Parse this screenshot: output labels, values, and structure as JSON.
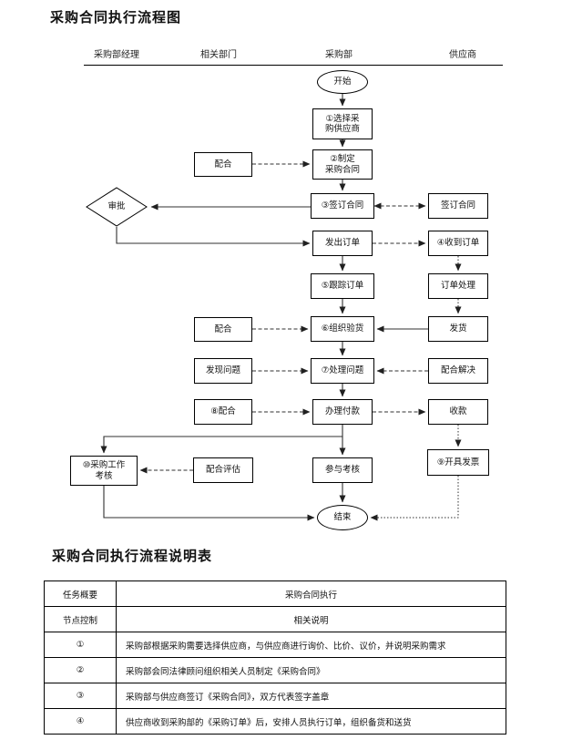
{
  "titles": {
    "flowchart": "采购合同执行流程图",
    "table": "采购合同执行流程说明表"
  },
  "lanes": [
    "采购部经理",
    "相关部门",
    "采购部",
    "供应商"
  ],
  "flow": {
    "start": "开始",
    "end": "结束",
    "select_supplier_l1": "①选择采",
    "select_supplier_l2": "购供应商",
    "cooperate1": "配合",
    "draft_contract_l1": "②制定",
    "draft_contract_l2": "采购合同",
    "approve": "审批",
    "sign_contract": "③签订合同",
    "supplier_sign": "签订合同",
    "issue_order": "发出订单",
    "receive_order": "④收到订单",
    "track_order": "⑤跟踪订单",
    "order_processing": "订单处理",
    "cooperate2": "配合",
    "organize_inspection": "⑥组织验货",
    "ship_goods": "发货",
    "find_problem": "发现问题",
    "handle_problem": "⑦处理问题",
    "cooperate_solve": "配合解决",
    "cooperate3": "⑧配合",
    "process_payment": "办理付款",
    "collect_payment": "收款",
    "assessment_l1": "⑩采购工作",
    "assessment_l2": "考核",
    "cooperate_evaluate": "配合评估",
    "join_assessment": "参与考核",
    "issue_invoice": "⑨开具发票"
  },
  "table": {
    "rows": [
      {
        "c1": "任务概要",
        "c2": "采购合同执行"
      },
      {
        "c1": "节点控制",
        "c2": "相关说明"
      },
      {
        "c1": "①",
        "c2": "采购部根据采购需要选择供应商，与供应商进行询价、比价、议价，并说明采购需求"
      },
      {
        "c1": "②",
        "c2": "采购部会同法律顾问组织相关人员制定《采购合同》"
      },
      {
        "c1": "③",
        "c2": "采购部与供应商签订《采购合同》，双方代表签字盖章"
      },
      {
        "c1": "④",
        "c2": "供应商收到采购部的《采购订单》后，安排人员执行订单，组织备货和送货"
      }
    ]
  },
  "colors": {
    "line": "#303030",
    "border": "#000000",
    "background": "#ffffff"
  }
}
